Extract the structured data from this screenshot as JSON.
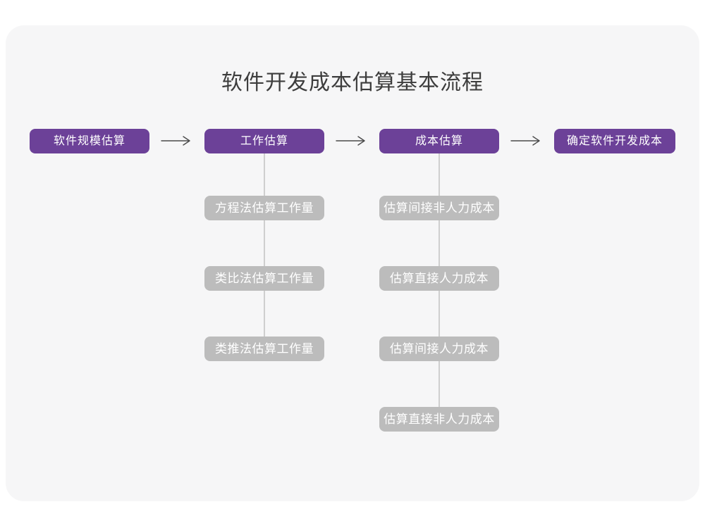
{
  "title": "软件开发成本估算基本流程",
  "flow": {
    "steps": [
      {
        "label": "软件规模估算"
      },
      {
        "label": "工作估算"
      },
      {
        "label": "成本估算"
      },
      {
        "label": "确定软件开发成本"
      }
    ],
    "work_estimation_methods": [
      "方程法估算工作量",
      "类比法估算工作量",
      "类推法估算工作量"
    ],
    "cost_estimation_steps": [
      "估算间接非人力成本",
      "估算直接人力成本",
      "估算间接人力成本",
      "估算直接非人力成本"
    ]
  },
  "colors": {
    "primary": "#6c4198",
    "sub_box": "#bcbcbc",
    "connector": "#cfcfcf",
    "arrow": "#4a4a4a",
    "card_bg": "#f6f6f7",
    "title_text": "#3d3d3d"
  }
}
